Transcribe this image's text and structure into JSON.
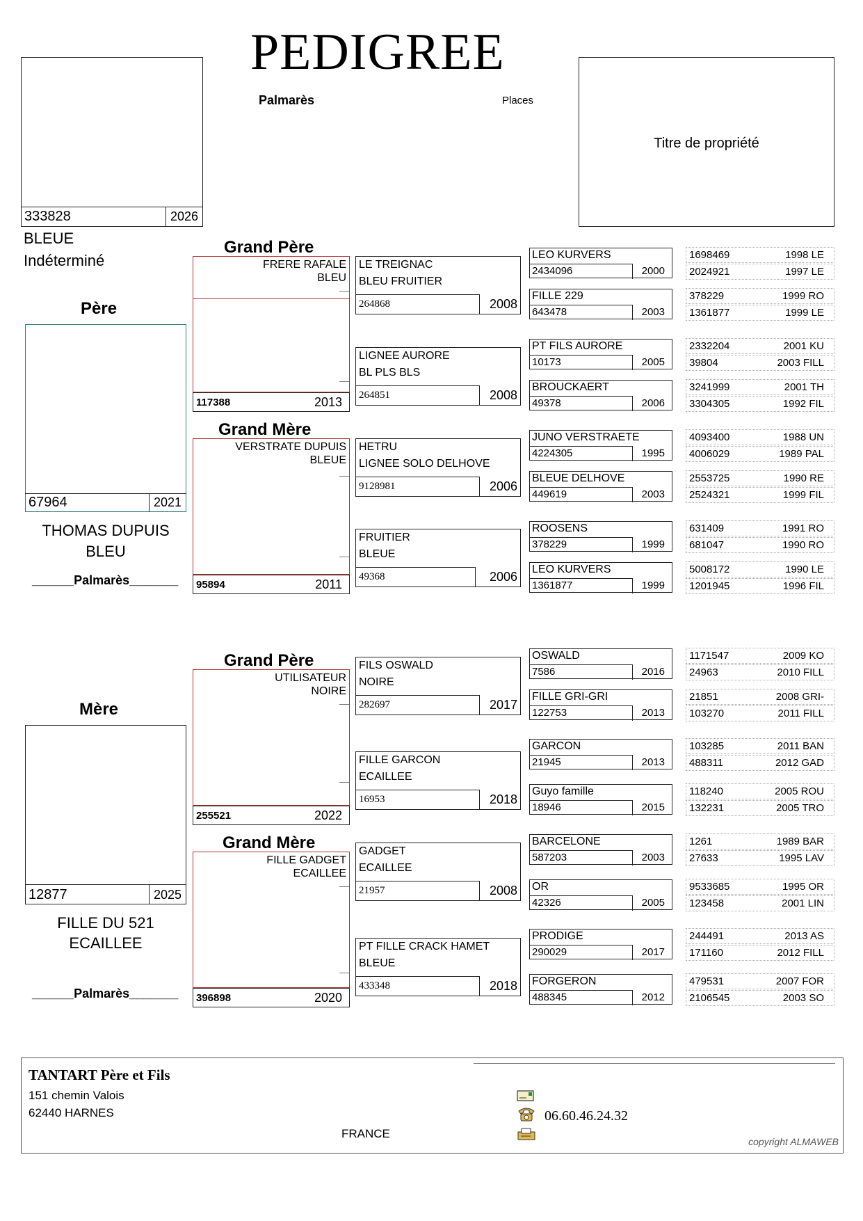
{
  "title": "PEDIGREE",
  "header": {
    "palmares": "Palmarès",
    "places": "Places",
    "titre": "Titre de propriété"
  },
  "subject": {
    "ring": "333828",
    "year": "2026",
    "color": "BLEUE",
    "sex": "Indéterminé"
  },
  "pere": {
    "heading": "Père",
    "ring": "67964",
    "year": "2021",
    "name": "THOMAS DUPUIS",
    "color": "BLEU",
    "palmares": "______Palmarès_______"
  },
  "mere": {
    "heading": "Mère",
    "ring": "12877",
    "year": "2025",
    "name": "FILLE DU 521",
    "color": "ECAILLEE",
    "palmares": "______Palmarès_______"
  },
  "gp1": {
    "heading": "Grand Père",
    "name": "FRERE RAFALE",
    "color": "BLEU",
    "ring": "117388",
    "year": "2013"
  },
  "gm1": {
    "heading": "Grand Mère",
    "name": "VERSTRATE DUPUIS",
    "color": "BLEUE",
    "ring": "95894",
    "year": "2011"
  },
  "gp2": {
    "heading": "Grand Père",
    "name": "UTILISATEUR",
    "color": "NOIRE",
    "ring": "255521",
    "year": "2022"
  },
  "gm2": {
    "heading": "Grand Mère",
    "name": "FILLE GADGET",
    "color": "ECAILLEE",
    "ring": "396898",
    "year": "2020"
  },
  "ggp": [
    {
      "n1": "LE TREIGNAC",
      "n2": "BLEU FRUITIER",
      "ring": "264868",
      "year": "2008"
    },
    {
      "n1": "LIGNEE AURORE",
      "n2": "BL PLS BLS",
      "ring": "264851",
      "year": "2008"
    },
    {
      "n1": "HETRU",
      "n2": "LIGNEE SOLO DELHOVE",
      "ring": "9128981",
      "year": "2006"
    },
    {
      "n1": "FRUITIER",
      "n2": "BLEUE",
      "ring": "49368",
      "year": "2006"
    },
    {
      "n1": "FILS OSWALD",
      "n2": "NOIRE",
      "ring": "282697",
      "year": "2017"
    },
    {
      "n1": "FILLE GARCON",
      "n2": "ECAILLEE",
      "ring": "16953",
      "year": "2018"
    },
    {
      "n1": "GADGET",
      "n2": "ECAILLEE",
      "ring": "21957",
      "year": "2008"
    },
    {
      "n1": "PT FILLE CRACK HAMET",
      "n2": "BLEUE",
      "ring": "433348",
      "year": "2018"
    }
  ],
  "g3": [
    {
      "name": "LEO KURVERS",
      "ring": "2434096",
      "year": "2000"
    },
    {
      "name": "FILLE 229",
      "ring": "643478",
      "year": "2003"
    },
    {
      "name": "PT FILS AURORE",
      "ring": "10173",
      "year": "2005"
    },
    {
      "name": "BROUCKAERT",
      "ring": "49378",
      "year": "2006"
    },
    {
      "name": "JUNO VERSTRAETE",
      "ring": "4224305",
      "year": "1995"
    },
    {
      "name": "BLEUE DELHOVE",
      "ring": "449619",
      "year": "2003"
    },
    {
      "name": "ROOSENS",
      "ring": "378229",
      "year": "1999"
    },
    {
      "name": "LEO KURVERS",
      "ring": "1361877",
      "year": "1999"
    },
    {
      "name": "OSWALD",
      "ring": "7586",
      "year": "2016"
    },
    {
      "name": "FILLE GRI-GRI",
      "ring": "122753",
      "year": "2013"
    },
    {
      "name": "GARCON",
      "ring": "21945",
      "year": "2013"
    },
    {
      "name": "Guyo famille",
      "ring": "18946",
      "year": "2015"
    },
    {
      "name": "BARCELONE",
      "ring": "587203",
      "year": "2003"
    },
    {
      "name": "OR",
      "ring": "42326",
      "year": "2005"
    },
    {
      "name": "PRODIGE",
      "ring": "290029",
      "year": "2017"
    },
    {
      "name": "FORGERON",
      "ring": "488345",
      "year": "2012"
    }
  ],
  "g4": [
    [
      {
        "a": "1698469",
        "b": "1998 LE"
      },
      {
        "a": "2024921",
        "b": "1997 LE"
      }
    ],
    [
      {
        "a": "378229",
        "b": "1999 RO"
      },
      {
        "a": "1361877",
        "b": "1999 LE"
      }
    ],
    [
      {
        "a": "2332204",
        "b": "2001 KU"
      },
      {
        "a": "39804",
        "b": "2003 FILL"
      }
    ],
    [
      {
        "a": "3241999",
        "b": "2001 TH"
      },
      {
        "a": "3304305",
        "b": "1992 FIL"
      }
    ],
    [
      {
        "a": "4093400",
        "b": "1988 UN"
      },
      {
        "a": "4006029",
        "b": "1989 PAL"
      }
    ],
    [
      {
        "a": "2553725",
        "b": "1990 RE"
      },
      {
        "a": "2524321",
        "b": "1999 FIL"
      }
    ],
    [
      {
        "a": "631409",
        "b": "1991 RO"
      },
      {
        "a": "681047",
        "b": "1990 RO"
      }
    ],
    [
      {
        "a": "5008172",
        "b": "1990 LE"
      },
      {
        "a": "1201945",
        "b": "1996 FIL"
      }
    ],
    [
      {
        "a": "1171547",
        "b": "2009 KO"
      },
      {
        "a": "24963",
        "b": "2010 FILL"
      }
    ],
    [
      {
        "a": "21851",
        "b": "2008 GRI-"
      },
      {
        "a": "103270",
        "b": "2011 FILL"
      }
    ],
    [
      {
        "a": "103285",
        "b": "2011 BAN"
      },
      {
        "a": "488311",
        "b": "2012 GAD"
      }
    ],
    [
      {
        "a": "118240",
        "b": "2005 ROU"
      },
      {
        "a": "132231",
        "b": "2005 TRO"
      }
    ],
    [
      {
        "a": "1261",
        "b": "1989 BAR"
      },
      {
        "a": "27633",
        "b": "1995 LAV"
      }
    ],
    [
      {
        "a": "9533685",
        "b": "1995 OR"
      },
      {
        "a": "123458",
        "b": "2001 LIN"
      }
    ],
    [
      {
        "a": "244491",
        "b": "2013 AS"
      },
      {
        "a": "171160",
        "b": "2012 FILL"
      }
    ],
    [
      {
        "a": "479531",
        "b": "2007 FOR"
      },
      {
        "a": "2106545",
        "b": "2003 SO"
      }
    ]
  ],
  "footer": {
    "name": "TANTART Père et Fils",
    "address": "151 chemin Valois",
    "city": "62440 HARNES",
    "country": "FRANCE",
    "phone": "06.60.46.24.32",
    "copyright": "copyright ALMAWEB"
  }
}
